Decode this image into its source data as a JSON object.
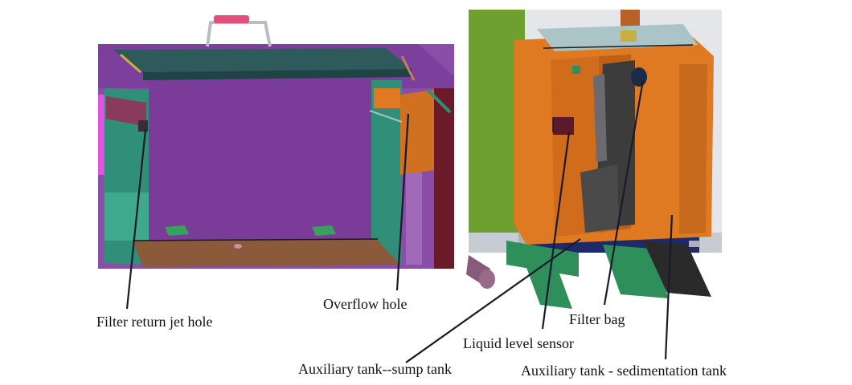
{
  "labels": {
    "filter_return_jet_hole": "Filter return jet hole",
    "overflow_hole": "Overflow hole",
    "filter_bag": "Filter bag",
    "liquid_level_sensor": "Liquid level sensor",
    "aux_sump_tank": "Auxiliary tank--sump tank",
    "aux_sedimentation_tank": "Auxiliary tank - sedimentation tank"
  },
  "colors": {
    "main_tank_purple": "#7a3c98",
    "tank_frame_teal": "#2f8f78",
    "lid_dark_teal": "#2f5a5c",
    "handle_pink": "#e0507a",
    "aux_tank_orange": "#e07a22",
    "aux_tank_shadow": "#b85e18",
    "filter_bag_gray": "#3c3c3c",
    "sensor_maroon": "#5a1a2a",
    "background_green": "#6f9f2e",
    "leader_line": "#1a1a2a"
  }
}
